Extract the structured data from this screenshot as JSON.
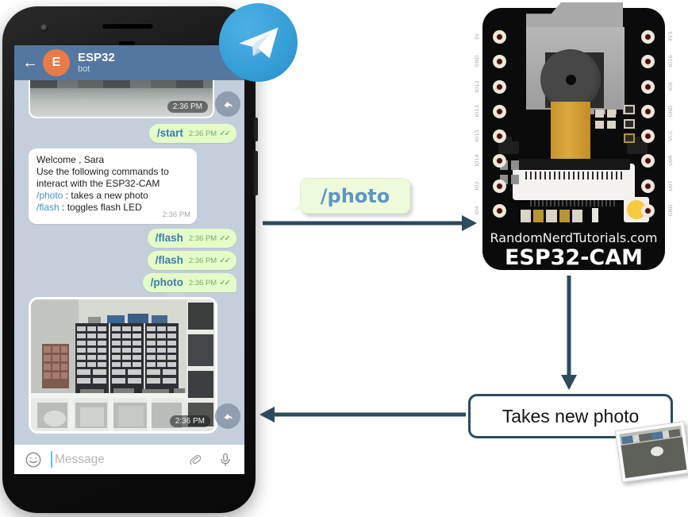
{
  "phone": {
    "header": {
      "back_icon": "←",
      "title": "ESP32",
      "subtitle": "bot",
      "avatar_letter": "E"
    },
    "chat": {
      "top_photo_time": "2:36 PM",
      "start_msg": {
        "text": "/start",
        "time": "2:36 PM",
        "checks": "✓✓"
      },
      "welcome_msg": {
        "line1": "Welcome , Sara",
        "line2": "Use the following commands to",
        "line3": "interact with the ESP32-CAM",
        "cmd1": "/photo",
        "desc1": " : takes a new photo",
        "cmd2": "/flash",
        "desc2": " : toggles flash LED",
        "time": "2:36 PM"
      },
      "flash_msg1": {
        "text": "/flash",
        "time": "2:36 PM",
        "checks": "✓✓"
      },
      "flash_msg2": {
        "text": "/flash",
        "time": "2:36 PM",
        "checks": "✓✓"
      },
      "photo_msg": {
        "text": "/photo",
        "time": "2:36 PM",
        "checks": "✓✓"
      },
      "photo_result_time": "2:36 PM"
    },
    "input": {
      "placeholder": "Message"
    }
  },
  "diagram": {
    "command_bubble": {
      "text": "/photo"
    },
    "action_box": {
      "label": "Takes new photo"
    },
    "board": {
      "brand": "RandomNerdTutorials.com",
      "name": "ESP32-CAM",
      "left_pins": [
        "5V",
        "GND",
        "IO12",
        "IO13",
        "IO15",
        "IO14",
        "IO2",
        "IO4"
      ],
      "right_pins": [
        "3V3",
        "IO16",
        "IO0",
        "GND",
        "VCC",
        "U0R",
        "U0T",
        "GND"
      ]
    }
  },
  "colors": {
    "header_blue": "#54779f",
    "chat_background": "#c4cfdb",
    "outgoing_bubble_green": "#e3fcc8",
    "command_link_blue": "#4493d1",
    "arrow_dark_slate": "#2e4a5c",
    "telegram_blue": "#36a0d9",
    "avatar_orange": "#ec7a45",
    "led_yellow": "#f6c93e"
  }
}
